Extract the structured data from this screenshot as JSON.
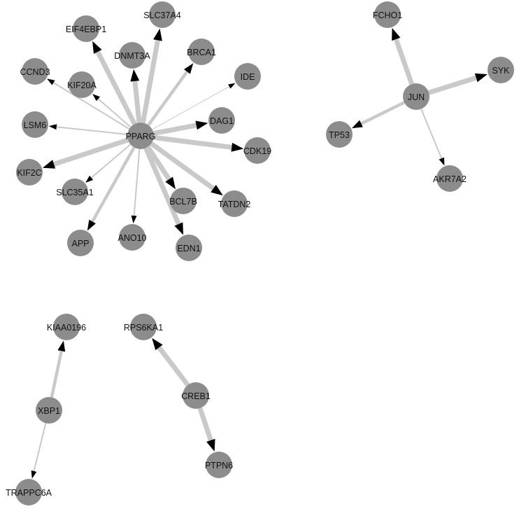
{
  "diagram": {
    "type": "directed-network",
    "colors": {
      "background": "#ffffff",
      "node": "#8c8c8c",
      "edge": "#c9c9c9",
      "arrow": "#000000",
      "label": "#111111"
    },
    "nodes": [
      {
        "id": "PPARG",
        "label": "PPARG"
      },
      {
        "id": "EIF4EBP1",
        "label": "EIF4EBP1"
      },
      {
        "id": "SLC37A4",
        "label": "SLC37A4"
      },
      {
        "id": "DNMT3A",
        "label": "DNMT3A"
      },
      {
        "id": "BRCA1",
        "label": "BRCA1"
      },
      {
        "id": "CCND3",
        "label": "CCND3"
      },
      {
        "id": "KIF20A",
        "label": "KIF20A"
      },
      {
        "id": "IDE",
        "label": "IDE"
      },
      {
        "id": "LSM6",
        "label": "LSM6"
      },
      {
        "id": "DAG1",
        "label": "DAG1"
      },
      {
        "id": "CDK19",
        "label": "CDK19"
      },
      {
        "id": "KIF2C",
        "label": "KIF2C"
      },
      {
        "id": "SLC35A1",
        "label": "SLC35A1"
      },
      {
        "id": "BCL7B",
        "label": "BCL7B"
      },
      {
        "id": "TATDN2",
        "label": "TATDN2"
      },
      {
        "id": "APP",
        "label": "APP"
      },
      {
        "id": "ANO10",
        "label": "ANO10"
      },
      {
        "id": "EDN1",
        "label": "EDN1"
      },
      {
        "id": "JUN",
        "label": "JUN"
      },
      {
        "id": "FCHO1",
        "label": "FCHO1"
      },
      {
        "id": "SYK",
        "label": "SYK"
      },
      {
        "id": "TP53",
        "label": "TP53"
      },
      {
        "id": "AKR7A2",
        "label": "AKR7A2"
      },
      {
        "id": "KIAA0196",
        "label": "KIAA0196"
      },
      {
        "id": "XBP1",
        "label": "XBP1"
      },
      {
        "id": "TRAPPC6A",
        "label": "TRAPPC6A"
      },
      {
        "id": "RPS6KA1",
        "label": "RPS6KA1"
      },
      {
        "id": "CREB1",
        "label": "CREB1"
      },
      {
        "id": "PTPN6",
        "label": "PTPN6"
      }
    ],
    "edges": [
      {
        "source": "PPARG",
        "target": "EIF4EBP1",
        "weight": 3
      },
      {
        "source": "PPARG",
        "target": "SLC37A4",
        "weight": 3
      },
      {
        "source": "PPARG",
        "target": "DNMT3A",
        "weight": 3
      },
      {
        "source": "PPARG",
        "target": "BRCA1",
        "weight": 2
      },
      {
        "source": "PPARG",
        "target": "CCND3",
        "weight": 1
      },
      {
        "source": "PPARG",
        "target": "KIF20A",
        "weight": 1
      },
      {
        "source": "PPARG",
        "target": "IDE",
        "weight": 0.5
      },
      {
        "source": "PPARG",
        "target": "LSM6",
        "weight": 1
      },
      {
        "source": "PPARG",
        "target": "DAG1",
        "weight": 3
      },
      {
        "source": "PPARG",
        "target": "CDK19",
        "weight": 3
      },
      {
        "source": "PPARG",
        "target": "KIF2C",
        "weight": 3
      },
      {
        "source": "PPARG",
        "target": "SLC35A1",
        "weight": 1
      },
      {
        "source": "PPARG",
        "target": "BCL7B",
        "weight": 3
      },
      {
        "source": "PPARG",
        "target": "TATDN2",
        "weight": 3
      },
      {
        "source": "PPARG",
        "target": "APP",
        "weight": 2
      },
      {
        "source": "PPARG",
        "target": "ANO10",
        "weight": 1
      },
      {
        "source": "PPARG",
        "target": "EDN1",
        "weight": 3
      },
      {
        "source": "JUN",
        "target": "FCHO1",
        "weight": 3
      },
      {
        "source": "JUN",
        "target": "SYK",
        "weight": 3
      },
      {
        "source": "JUN",
        "target": "TP53",
        "weight": 2
      },
      {
        "source": "JUN",
        "target": "AKR7A2",
        "weight": 1
      },
      {
        "source": "XBP1",
        "target": "KIAA0196",
        "weight": 2
      },
      {
        "source": "XBP1",
        "target": "TRAPPC6A",
        "weight": 1
      },
      {
        "source": "CREB1",
        "target": "RPS6KA1",
        "weight": 3
      },
      {
        "source": "CREB1",
        "target": "PTPN6",
        "weight": 3
      }
    ]
  }
}
